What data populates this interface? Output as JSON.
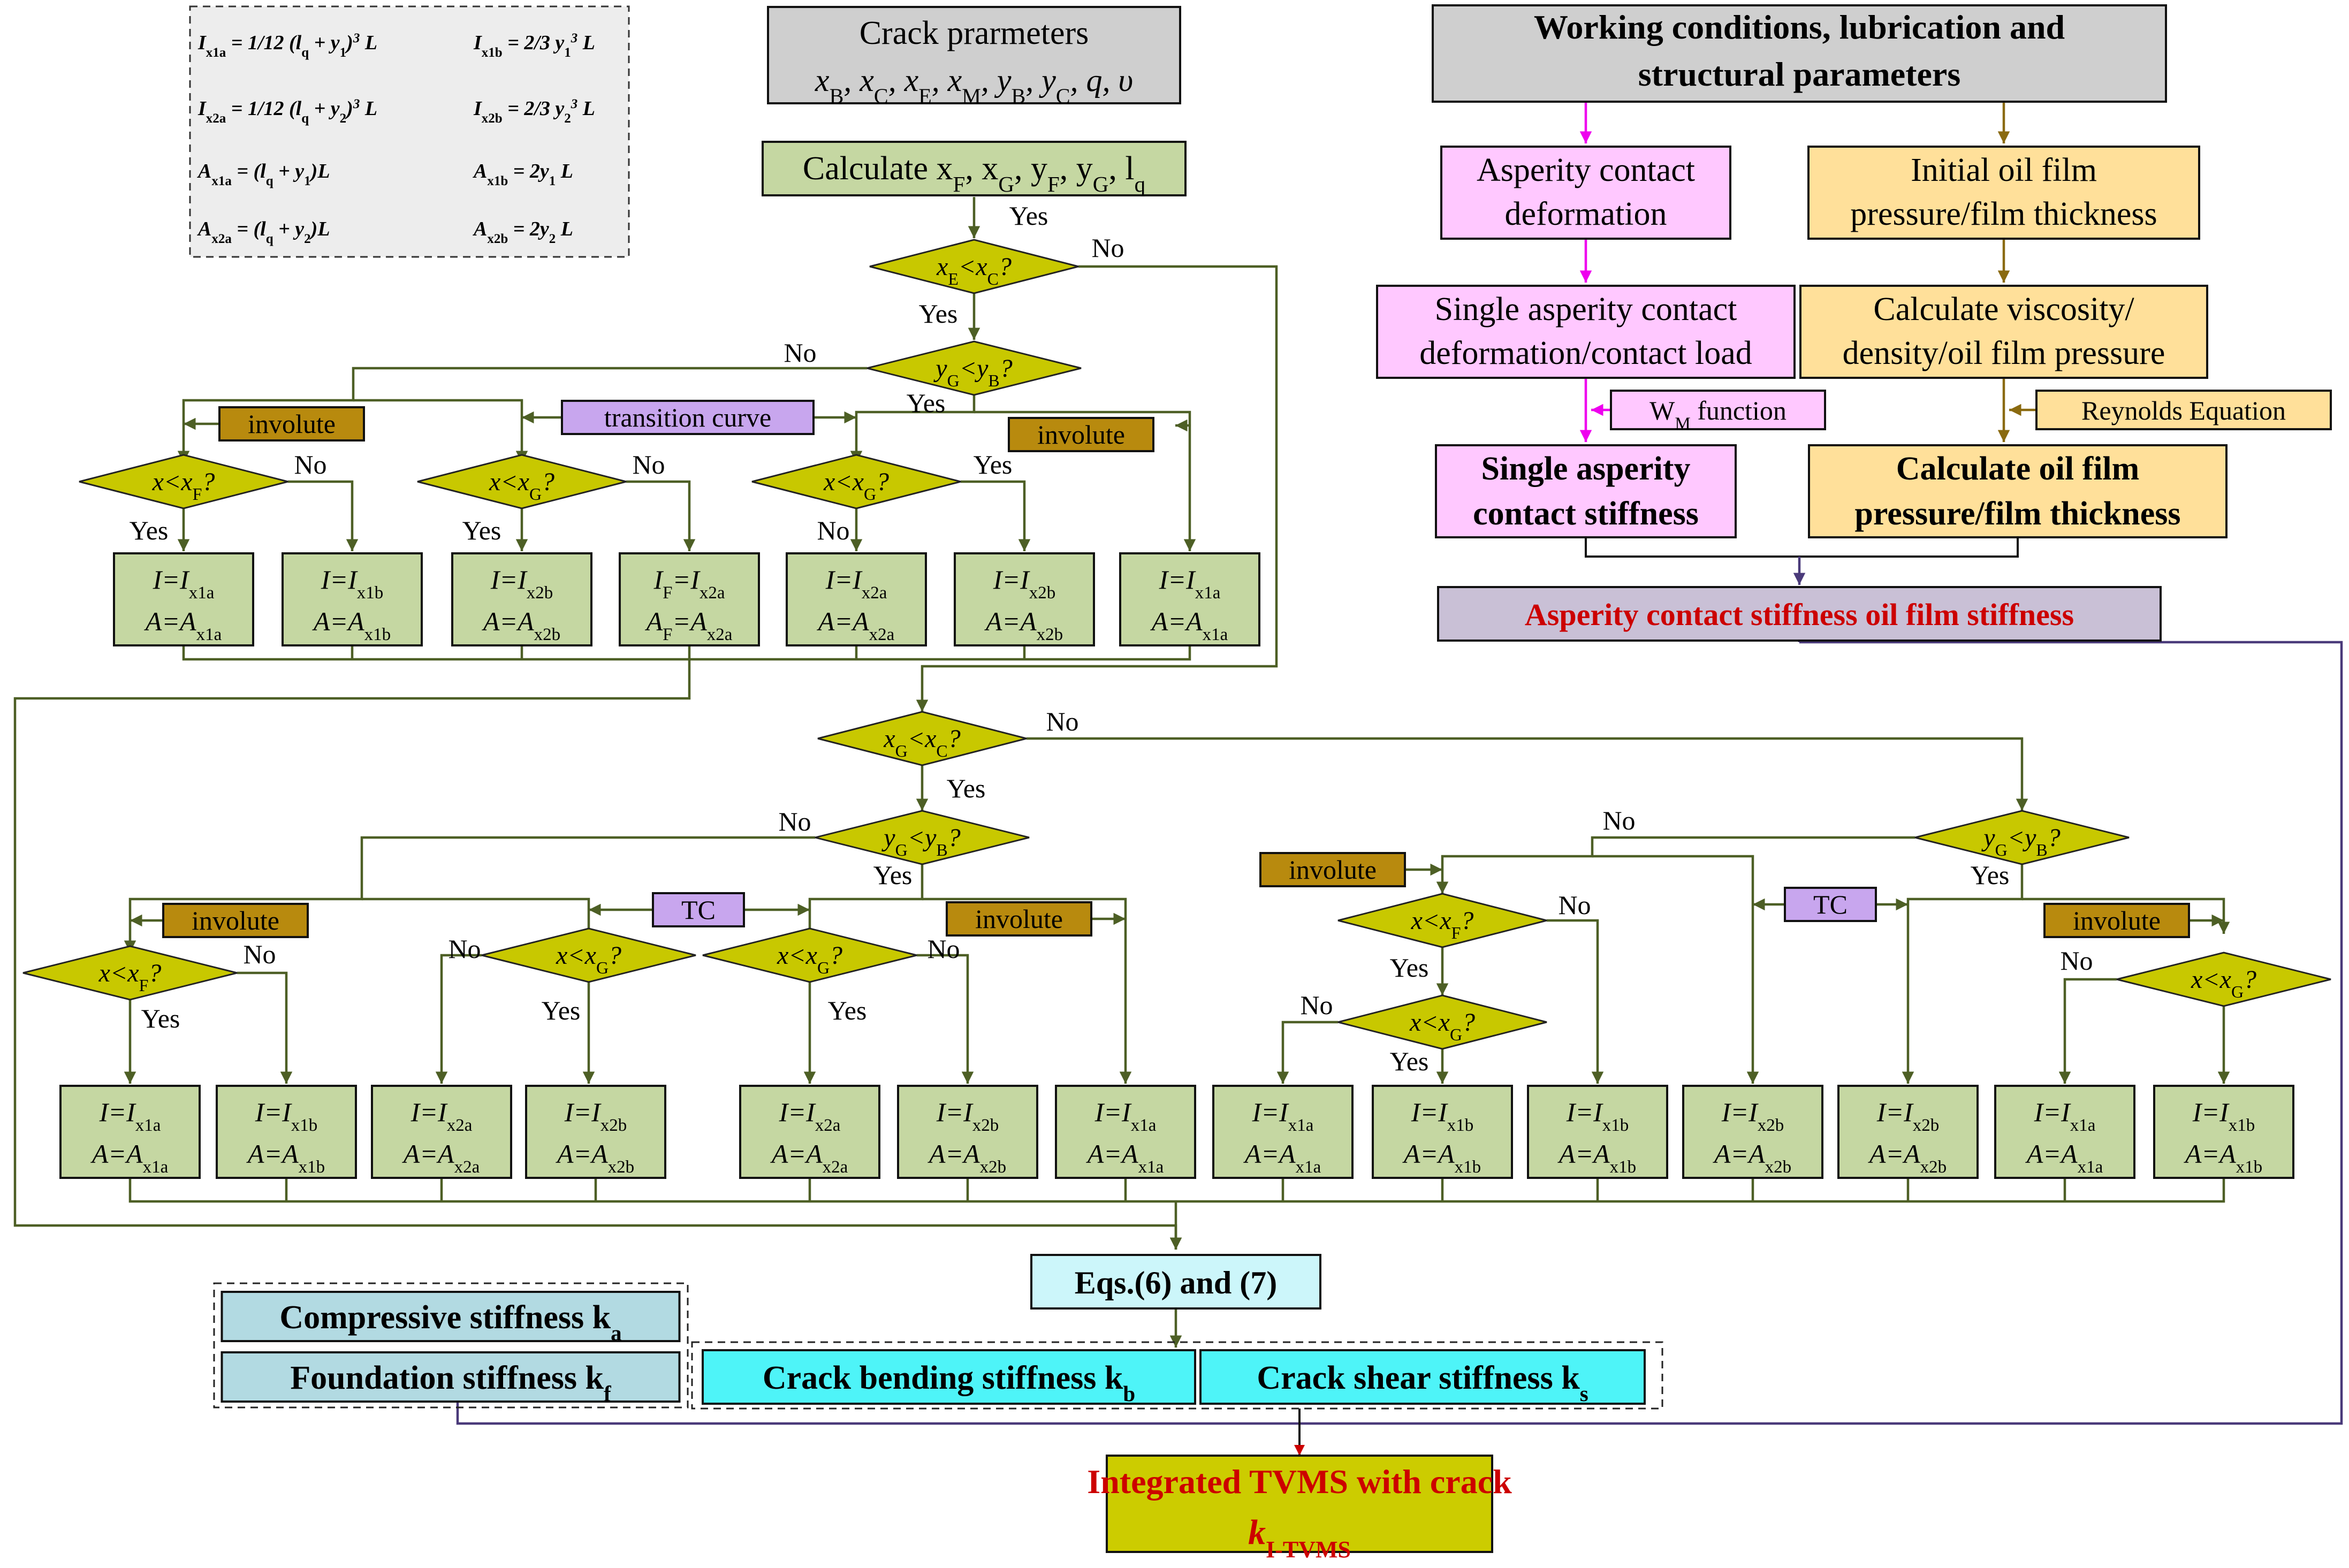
{
  "colors": {
    "gray": "#cfcfcf",
    "green_box": "#c5d7a2",
    "yellow_diamond": "#c8c800",
    "brown_tag": "#b88a0e",
    "purple_tag": "#c8a6ee",
    "pink": "#ffc8ff",
    "orange": "#ffe09a",
    "lavender": "#c9c0d6",
    "light_blue": "#b2dae2",
    "cyan": "#4ef4f8",
    "olive": "#cccc00",
    "title_red": "#cc0000"
  },
  "formulas": [
    "I_x1a = 1/12 (l_q + y_1)^3 L",
    "I_x1b = 2/3 y_1^3 L",
    "I_x2a = 1/12 (l_q + y_2)^3 L",
    "I_x2b = 2/3 y_2^3 L",
    "A_x1a = (l_q + y_1)L",
    "A_x1b = 2y_1 L",
    "A_x2a = (l_q + y_2)L",
    "A_x2b = 2y_2 L"
  ],
  "crack_params": {
    "title": "Crack prarmeters",
    "vars": "x_B, x_C, x_E, x_M, y_B, y_C, q, υ"
  },
  "calculate": {
    "label": "Calculate x_F, x_G, y_F, y_G, l_q"
  },
  "working": {
    "line1": "Working conditions, lubrication and",
    "line2": "structural parameters"
  },
  "asperity_deformation": {
    "line1": "Asperity contact",
    "line2": "deformation"
  },
  "initial_oil": {
    "line1": "Initial oil film",
    "line2": "pressure/film thickness"
  },
  "single_deformation": {
    "line1": "Single asperity contact",
    "line2": "deformation/contact load"
  },
  "calc_viscosity": {
    "line1": "Calculate viscosity/",
    "line2": "density/oil film pressure"
  },
  "wm_function": "W_M function",
  "reynolds": "Reynolds Equation",
  "single_stiffness": {
    "line1": "Single asperity",
    "line2": "contact stiffness"
  },
  "calc_oil": {
    "line1": "Calculate oil film",
    "line2": "pressure/film thickness"
  },
  "asperity_oil": "Asperity contact stiffness oil film stiffness",
  "labels": {
    "yes": "Yes",
    "no": "No",
    "involute": "involute",
    "transition_curve": "transition curve",
    "tc": "TC"
  },
  "cond": {
    "xE_xC": "x_E<x_C?",
    "yG_yB": "y_G<y_B?",
    "x_xF": "x<x_F?",
    "x_xG": "x<x_G?",
    "xG_xC": "x_G<x_C?"
  },
  "upper_boxes": [
    "I=I_x1a|A=A_x1a",
    "I=I_x1b|A=A_x1b",
    "I=I_x2b|A=A_x2b",
    "I_F=I_x2a|A_F=A_x2a",
    "I=I_x2a|A=A_x2a",
    "I=I_x2b|A=A_x2b",
    "I=I_x1a|A=A_x1a"
  ],
  "lower_boxes": [
    "I=I_x1a|A=A_x1a",
    "I=I_x1b|A=A_x1b",
    "I=I_x2a|A=A_x2a",
    "I=I_x2b|A=A_x2b",
    "I=I_x2a|A=A_x2a",
    "I=I_x2b|A=A_x2b",
    "I=I_x1a|A=A_x1a",
    "I=I_x1a|A=A_x1a",
    "I=I_x1b|A=A_x1b",
    "I=I_x1b|A=A_x1b",
    "I=I_x2b|A=A_x2b",
    "I=I_x2b|A=A_x2b",
    "I=I_x1a|A=A_x1a",
    "I=I_x1b|A=A_x1b"
  ],
  "eqs": "Eqs.(6) and (7)",
  "compressive": "Compressive stiffness k_a",
  "foundation": "Foundation stiffness k_f",
  "crack_bending": "Crack bending stiffness k_b",
  "crack_shear": "Crack shear stiffness k_s",
  "integrated": {
    "line1": "Integrated TVMS with crack",
    "line2": "k_I-TVMS"
  }
}
